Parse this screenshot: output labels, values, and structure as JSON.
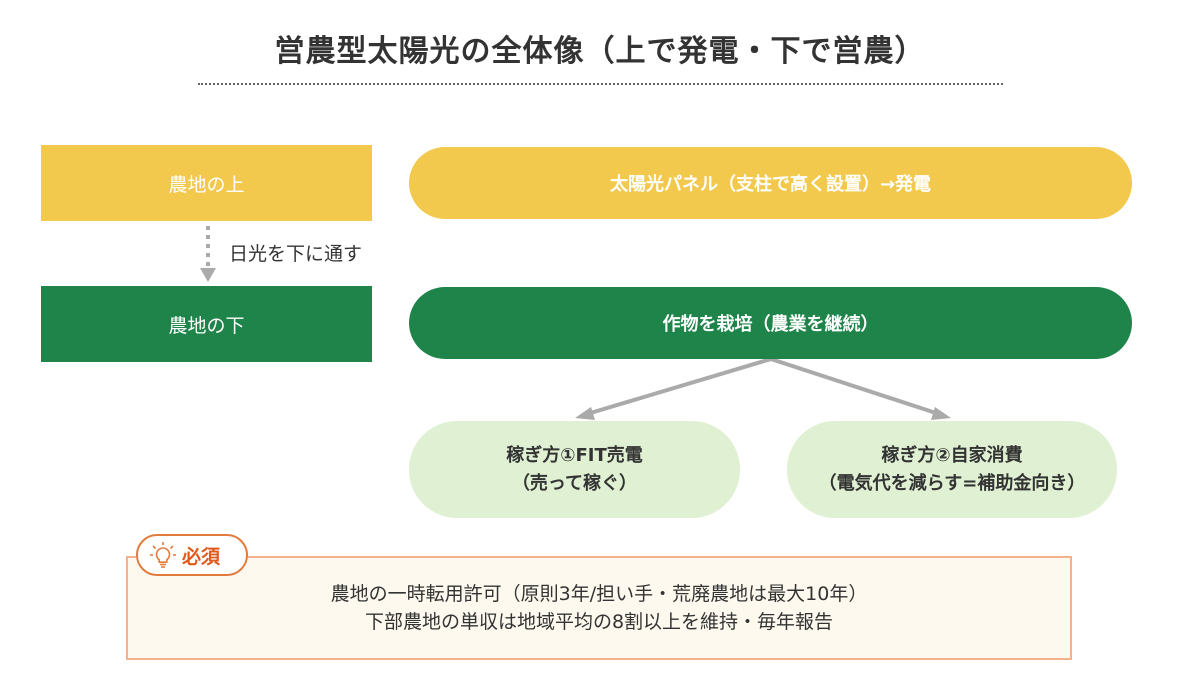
{
  "title": "営農型太陽光の全体像（上で発電・下で営農）",
  "layers": {
    "top_label": "農地の上",
    "bottom_label": "農地の下",
    "sunlight_label": "日光を下に通す"
  },
  "pills": {
    "solar": "太陽光パネル（支柱で高く設置）→発電",
    "crops": "作物を栽培（農業を継続）"
  },
  "methods": [
    {
      "line1": "稼ぎ方①FIT売電",
      "line2": "（売って稼ぐ）"
    },
    {
      "line1": "稼ぎ方②自家消費",
      "line2": "（電気代を減らす=補助金向き）"
    }
  ],
  "requirement": {
    "badge_label": "必須",
    "badge_icon": "lightbulb-icon",
    "line1": "農地の一時転用許可（原則3年/担い手・荒廃農地は最大10年）",
    "line2": "下部農地の単収は地域平均の8割以上を維持・毎年報告"
  },
  "colors": {
    "yellow": "#f2c94c",
    "green": "#1e8449",
    "light_green": "#dff0d3",
    "accent_orange": "#e27b3e"
  }
}
